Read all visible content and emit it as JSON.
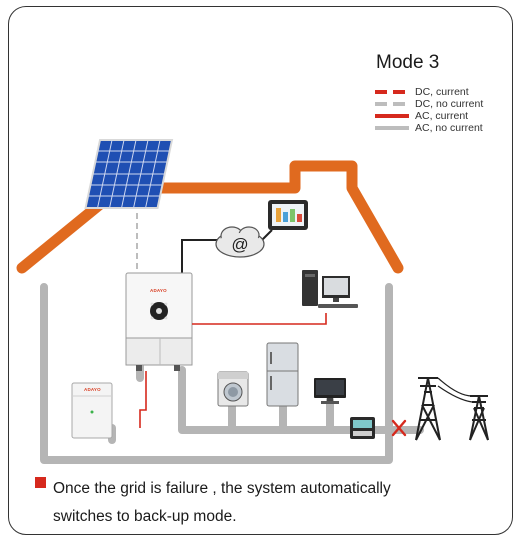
{
  "mode_title": "Mode 3",
  "legend": [
    {
      "label": "DC, current",
      "style": "dashed",
      "color": "#d6291d"
    },
    {
      "label": "DC, no current",
      "style": "dashed",
      "color": "#bdbdbd"
    },
    {
      "label": "AC, current",
      "style": "solid",
      "color": "#d6291d"
    },
    {
      "label": "AC, no current",
      "style": "solid",
      "color": "#bdbdbd"
    }
  ],
  "brand": "ADAYO",
  "internet_symbol": "@",
  "note": {
    "line1": "Once the grid is failure , the system automatically",
    "line2": "switches to back-up mode."
  },
  "colors": {
    "roof": "#e06a1f",
    "active": "#d6291d",
    "inactive": "#b5b5b5",
    "panel": "#1f4fb3",
    "tower": "#222222"
  },
  "icons": [
    "solar-panel-icon",
    "inverter-icon",
    "battery-icon",
    "cloud-icon",
    "tablet-icon",
    "computer-icon",
    "washing-machine-icon",
    "refrigerator-icon",
    "tv-icon",
    "meter-icon",
    "disconnect-x-icon",
    "power-tower-icon"
  ]
}
